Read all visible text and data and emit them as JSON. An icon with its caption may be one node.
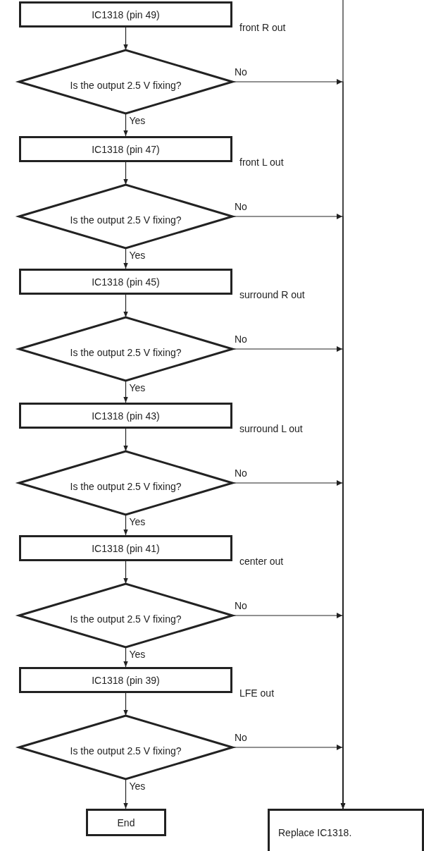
{
  "diagram": {
    "nodes": [
      {
        "text": [
          "IC1318 (pin 49)"
        ],
        "beside": [
          "front R out"
        ]
      },
      {
        "text": [
          "Is the output 2.5 V fixing?"
        ]
      },
      {
        "text": [
          "IC1318 (pin 47)"
        ],
        "beside": [
          "front L out"
        ]
      },
      {
        "text": [
          "Is the output 2.5 V fixing?"
        ]
      },
      {
        "text": [
          "IC1318 (pin 45)"
        ],
        "beside": [
          "surround R out"
        ]
      },
      {
        "text": [
          "Is the output 2.5 V fixing?"
        ]
      },
      {
        "text": [
          "IC1318 (pin 43)"
        ],
        "beside": [
          "surround L out"
        ]
      },
      {
        "text": [
          "Is the output 2.5 V fixing?"
        ]
      },
      {
        "text": [
          "IC1318 (pin 41)"
        ],
        "beside": [
          "center out"
        ]
      },
      {
        "text": [
          "Is the output 2.5 V fixing?"
        ]
      },
      {
        "text": [
          "IC1318 (pin 39)"
        ],
        "beside": [
          "LFE out"
        ]
      },
      {
        "text": [
          "Is the output 2.5 V fixing?"
        ]
      },
      {
        "text": [
          "End"
        ]
      },
      {
        "text": [
          "Replace IC1318."
        ]
      }
    ],
    "edges": [
      {
        "from": 0,
        "to": 1,
        "arrow": "to"
      },
      {
        "from": 1,
        "to": 2,
        "arrow": "to",
        "label": "Yes"
      },
      {
        "from": 2,
        "to": 3,
        "arrow": "to"
      },
      {
        "from": 3,
        "to": 4,
        "arrow": "to",
        "label": "Yes"
      },
      {
        "from": 4,
        "to": 5,
        "arrow": "to"
      },
      {
        "from": 5,
        "to": 6,
        "arrow": "to",
        "label": "Yes"
      },
      {
        "from": 6,
        "to": 7,
        "arrow": "to"
      },
      {
        "from": 7,
        "to": 8,
        "arrow": "to",
        "label": "Yes"
      },
      {
        "from": 8,
        "to": 9,
        "arrow": "to"
      },
      {
        "from": 9,
        "to": 10,
        "arrow": "to",
        "label": "Yes"
      },
      {
        "from": 10,
        "to": 11,
        "arrow": "to"
      },
      {
        "from": 11,
        "to": 12,
        "arrow": "to",
        "label": "Yes"
      },
      {
        "from": 1,
        "to": 13,
        "arrow": "to",
        "label": "No"
      },
      {
        "from": 3,
        "to": 13,
        "arrow": "to",
        "label": "No"
      },
      {
        "from": 5,
        "to": 13,
        "arrow": "to",
        "label": "No"
      },
      {
        "from": 7,
        "to": 13,
        "arrow": "to",
        "label": "No"
      },
      {
        "from": 9,
        "to": 13,
        "arrow": "to",
        "label": "No"
      },
      {
        "from": 11,
        "to": 13,
        "arrow": "to",
        "label": "No"
      },
      {
        "from": null,
        "to": 13,
        "arrow": "to"
      }
    ]
  }
}
